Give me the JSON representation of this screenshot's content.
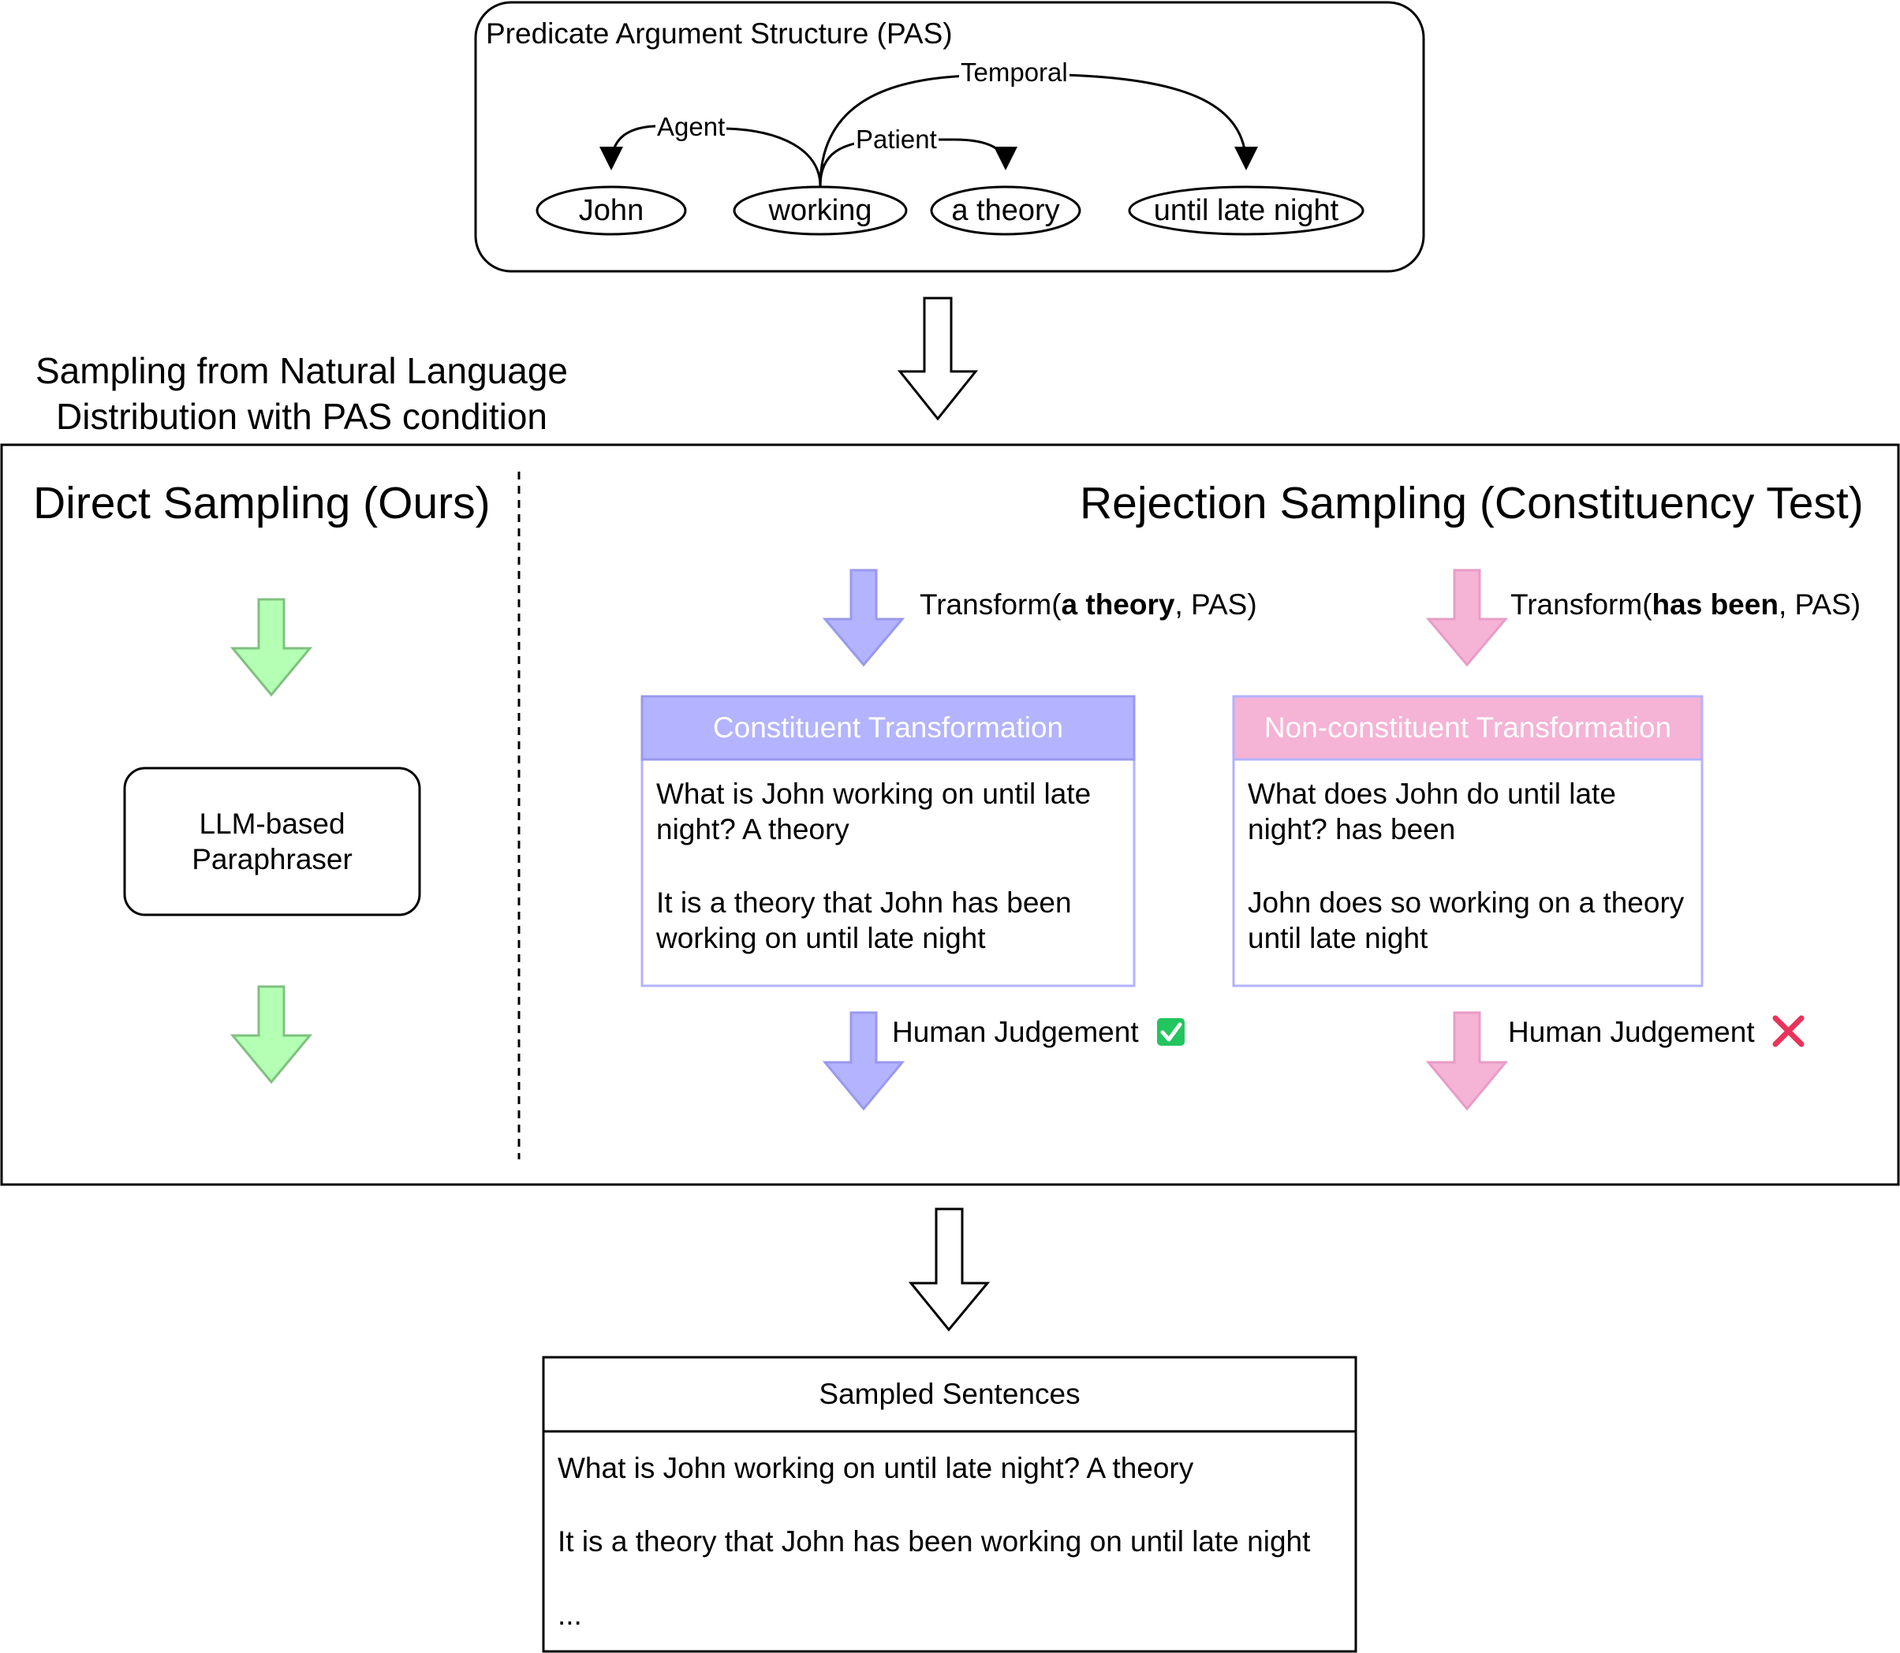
{
  "pas": {
    "title": "Predicate Argument Structure (PAS)",
    "nodes": [
      {
        "id": "john",
        "label": "John"
      },
      {
        "id": "working",
        "label": "working"
      },
      {
        "id": "theory",
        "label": "a theory"
      },
      {
        "id": "night",
        "label": "until late night"
      }
    ],
    "edges": [
      {
        "label": "Agent",
        "from": "working",
        "to": "john"
      },
      {
        "label": "Patient",
        "from": "working",
        "to": "theory"
      },
      {
        "label": "Temporal",
        "from": "working",
        "to": "night"
      }
    ]
  },
  "sampling_heading": {
    "line1": "Sampling from Natural Language",
    "line2": "Distribution with PAS condition"
  },
  "direct": {
    "title": "Direct Sampling (Ours)",
    "paraphraser_line1": "LLM-based",
    "paraphraser_line2": "Paraphraser"
  },
  "rejection": {
    "title": "Rejection Sampling (Constituency Test)",
    "constituent": {
      "transform_prefix": "Transform(",
      "transform_bold": "a theory",
      "transform_suffix": ", PAS)",
      "header": "Constituent Transformation",
      "sentence1": "What is John working on until late night? A theory",
      "sentence2": "It is a theory that John has been working on until late night",
      "judgement": "Human Judgement",
      "judgement_mark": "check-icon"
    },
    "nonconstituent": {
      "transform_prefix": "Transform(",
      "transform_bold": "has been",
      "transform_suffix": ", PAS)",
      "header": "Non-constituent Transformation",
      "sentence1": "What does John do until late night? has been",
      "sentence2": "John does so working on a theory until late night",
      "judgement": "Human Judgement",
      "judgement_mark": "cross-icon"
    }
  },
  "sampled": {
    "header": "Sampled Sentences",
    "lines": [
      "What is John working on until late night? A theory",
      "It is a theory that John has been working on until late night",
      "..."
    ]
  },
  "colors": {
    "green_fill": "#b3ffb3",
    "green_stroke": "#80c080",
    "purple_fill": "#b3b3ff",
    "purple_stroke": "#9999ee",
    "pink_fill": "#f5b3d6",
    "pink_stroke": "#e89cc6",
    "check_green": "#22c55e",
    "cross_red": "#e8345a"
  }
}
